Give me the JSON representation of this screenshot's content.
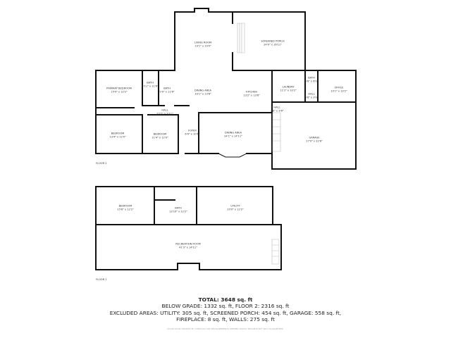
{
  "floor2": {
    "label": "FLOOR 2",
    "rooms": [
      {
        "name": "PRIMARY BEDROOM",
        "dims": "15'0\" x 12'2\""
      },
      {
        "name": "BATH",
        "dims": "6'11\" x 11'6\""
      },
      {
        "name": "BATH",
        "dims": "5'0\" x 11'6\""
      },
      {
        "name": "HALL",
        "dims": "22'2\" x 3'11\""
      },
      {
        "name": "BEDROOM",
        "dims": "13'4\" x 12'0\""
      },
      {
        "name": "BEDROOM",
        "dims": "11'4\" x 12'0\""
      },
      {
        "name": "FOYER",
        "dims": "6'0\" x 10'6\""
      },
      {
        "name": "LIVING ROOM",
        "dims": "19'1\" x 19'0\""
      },
      {
        "name": "SCREENED PORCH",
        "dims": "24'0\" x 16'11\""
      },
      {
        "name": "DINING AREA",
        "dims": "19'1\" x 13'6\""
      },
      {
        "name": "KITCHEN",
        "dims": "13'2\" x 13'6\""
      },
      {
        "name": "LAUNDRY",
        "dims": "11'2\" x 10'2\""
      },
      {
        "name": "BATH",
        "dims": "5'6\" x 6'0\""
      },
      {
        "name": "HALL",
        "dims": "5'6\" x 3'0\""
      },
      {
        "name": "OFFICE",
        "dims": "10'1\" x 10'2\""
      },
      {
        "name": "HALL",
        "dims": "3'8\" x 3'6\""
      },
      {
        "name": "DINING AREA",
        "dims": "24'1\" x 14'11\""
      },
      {
        "name": "GARAGE",
        "dims": "27'0\" x 22'6\""
      }
    ]
  },
  "floor1": {
    "label": "FLOOR 1",
    "rooms": [
      {
        "name": "BEDROOM",
        "dims": "15'6\" x 12'2\""
      },
      {
        "name": "BATH",
        "dims": "13'10\" x 12'2\""
      },
      {
        "name": "UTILITY",
        "dims": "20'0\" x 12'2\""
      },
      {
        "name": "RECREATION ROOM",
        "dims": "41'3\" x 14'11\""
      }
    ]
  },
  "summary": {
    "total": "TOTAL: 3648 sq. ft",
    "line1": "BELOW GRADE: 1332 sq. ft, FLOOR 2: 2316 sq. ft",
    "line2": "EXCLUDED AREAS: UTILITY: 305 sq. ft, SCREENED PORCH: 454 sq. ft, GARAGE: 558 sq. ft,",
    "line3": "FIREPLACE: 8 sq. ft, WALLS: 275 sq. ft",
    "disclaimer": "FLOOR PLAN CREATED BY CUBICASA APP. MEASUREMENTS DEEMED HIGHLY RELIABLE BUT NOT GUARANTEED."
  }
}
